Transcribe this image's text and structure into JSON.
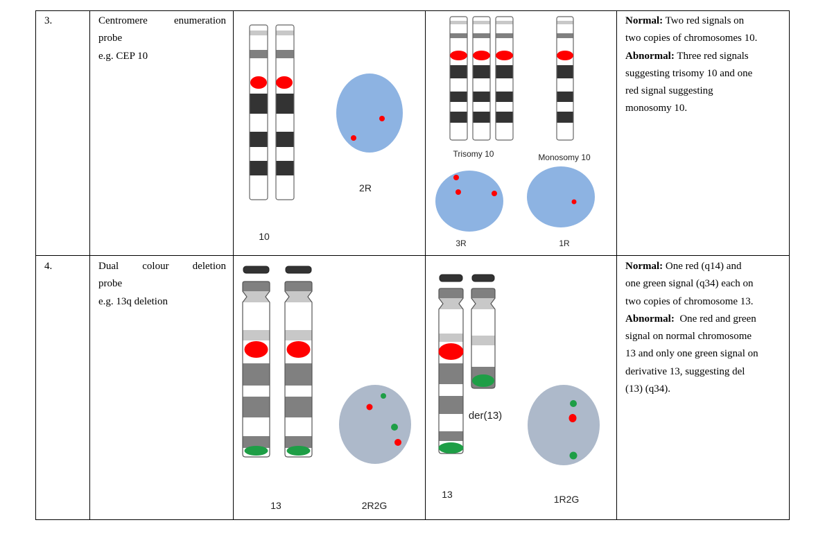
{
  "rows": [
    {
      "number": "3.",
      "probe_title_line1": "Centromere enumeration",
      "probe_title_line2": "probe",
      "probe_example": "e.g. CEP 10",
      "normal_panel": {
        "chromosome_label": "10",
        "cell_label": "2R"
      },
      "abnormal_panel": {
        "trisomy_label": "Trisomy 10",
        "monosomy_label": "Monosomy 10",
        "trisomy_cell_label": "3R",
        "monosomy_cell_label": "1R"
      },
      "description": {
        "normal_heading": "Normal:",
        "normal_text_1": " Two red signals on",
        "normal_text_2": "two copies of chromosomes 10.",
        "abnormal_heading": "Abnormal:",
        "abnormal_text_1": " Three red signals",
        "abnormal_text_2": "suggesting trisomy 10 and one",
        "abnormal_text_3": "red signal suggesting",
        "abnormal_text_4": "monosomy 10."
      }
    },
    {
      "number": "4.",
      "probe_title_line1": "Dual colour deletion",
      "probe_title_line2": "probe",
      "probe_example": "e.g. 13q deletion",
      "normal_panel": {
        "chromosome_label": "13",
        "cell_label": "2R2G"
      },
      "abnormal_panel": {
        "derivative_label": "der(13)",
        "chromosome_label": "13",
        "cell_label": "1R2G"
      },
      "description": {
        "normal_heading": "Normal:",
        "normal_text_1": " One red (q14) and",
        "normal_text_2": "one green signal (q34) each on",
        "normal_text_3": "two copies of chromosome 13.",
        "abnormal_heading": "Abnormal:",
        "abnormal_text_1": "  One red and green",
        "abnormal_text_2": "signal on normal chromosome",
        "abnormal_text_3": "13 and only one green signal on",
        "abnormal_text_4": "derivative 13, suggesting del",
        "abnormal_text_5": "(13) (q34)."
      }
    }
  ],
  "colors": {
    "red_signal": "#ff0000",
    "green_signal": "#1e9e46",
    "nucleus_blue": "#8db3e2",
    "nucleus_grey": "#adb9ca",
    "dark_band": "#333333",
    "grey_band": "#808080",
    "light_band": "#c8c8c8"
  }
}
